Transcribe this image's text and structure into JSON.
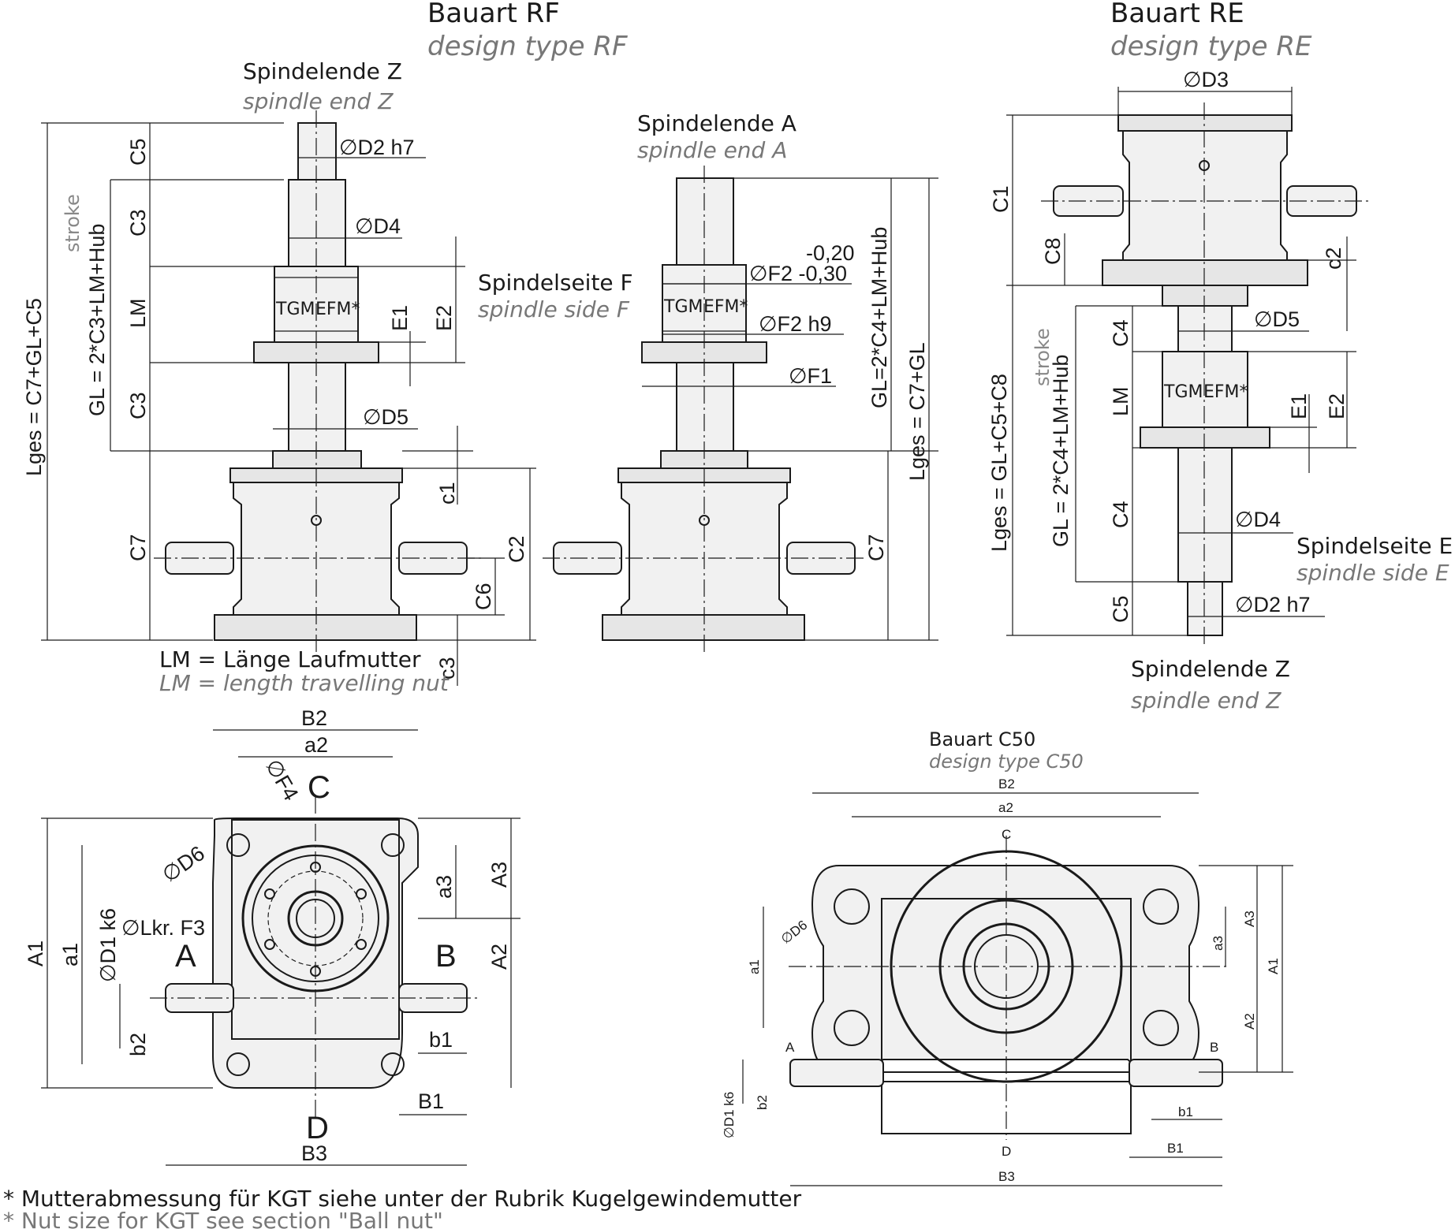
{
  "titles": {
    "rf_de": "Bauart RF",
    "rf_en": "design type RF",
    "re_de": "Bauart RE",
    "re_en": "design type RE",
    "c50_de": "Bauart C50",
    "c50_en": "design type C50"
  },
  "labels": {
    "spindle_end_z_de": "Spindelende Z",
    "spindle_end_z_en": "spindle end Z",
    "spindle_end_a_de": "Spindelende A",
    "spindle_end_a_en": "spindle end A",
    "spindle_side_f_de": "Spindelseite F",
    "spindle_side_f_en": "spindle side F",
    "spindle_side_e_de": "Spindelseite E",
    "spindle_side_e_en": "spindle side E",
    "lm_de": "LM = Länge Laufmutter",
    "lm_en": "LM = length travelling nut",
    "nut_tgm": "TGM",
    "nut_efm": "EFM*",
    "stroke": "stroke",
    "footnote_de": "* Mutterabmessung für KGT siehe unter der Rubrik Kugelgewindemutter",
    "footnote_en": "* Nut size for KGT see section \"Ball nut\""
  },
  "dimensions_rf": {
    "d2h7": "∅D2 h7",
    "d4": "∅D4",
    "d5": "∅D5",
    "c5": "C5",
    "c3a": "C3",
    "lm": "LM",
    "c3b": "C3",
    "c7": "C7",
    "e1": "E1",
    "e2": "E2",
    "c1": "c1",
    "c2": "C2",
    "c6": "C6",
    "c3s": "c3",
    "gl": "GL = 2*C3+LM+Hub",
    "lges": "Lges = C7+GL+C5"
  },
  "dimensions_rf_a": {
    "tol_top": "-0,20",
    "f2": "∅F2 -0,30",
    "f2h9": "∅F2 h9",
    "f1": "∅F1",
    "gl": "GL=2*C4+LM+Hub",
    "lges": "Lges = C7+GL",
    "c7": "C7"
  },
  "dimensions_re": {
    "d3": "∅D3",
    "c1": "C1",
    "c8": "C8",
    "c2": "c2",
    "c4a": "C4",
    "lm": "LM",
    "c4b": "C4",
    "c5": "C5",
    "d5": "∅D5",
    "d4": "∅D4",
    "d2h7": "∅D2 h7",
    "e1": "E1",
    "e2": "E2",
    "gl": "GL = 2*C4+LM+Hub",
    "lges": "Lges = GL+C5+C8"
  },
  "dimensions_top": {
    "b2": "B2",
    "a2": "a2",
    "f4": "∅F4",
    "c": "C",
    "d6": "∅D6",
    "lkr": "∅Lkr. F3",
    "d1k6": "∅D1 k6",
    "a_side": "A",
    "b_side": "B",
    "a1": "A1",
    "a1s": "a1",
    "a3": "A3",
    "a3s": "a3",
    "a2r": "A2",
    "b2s": "b2",
    "b1s": "b1",
    "b1": "B1",
    "d": "D",
    "b3": "B3"
  },
  "dimensions_c50": {
    "b2": "B2",
    "a2": "a2",
    "c": "C",
    "d6": "∅D6",
    "a1s": "a1",
    "a3": "A3",
    "a3s": "a3",
    "a1": "A1",
    "a2r": "A2",
    "a_side": "A",
    "b_side": "B",
    "d1k6": "∅D1 k6",
    "b2s": "b2",
    "b1s": "b1",
    "b1": "B1",
    "d": "D",
    "b3": "B3"
  }
}
